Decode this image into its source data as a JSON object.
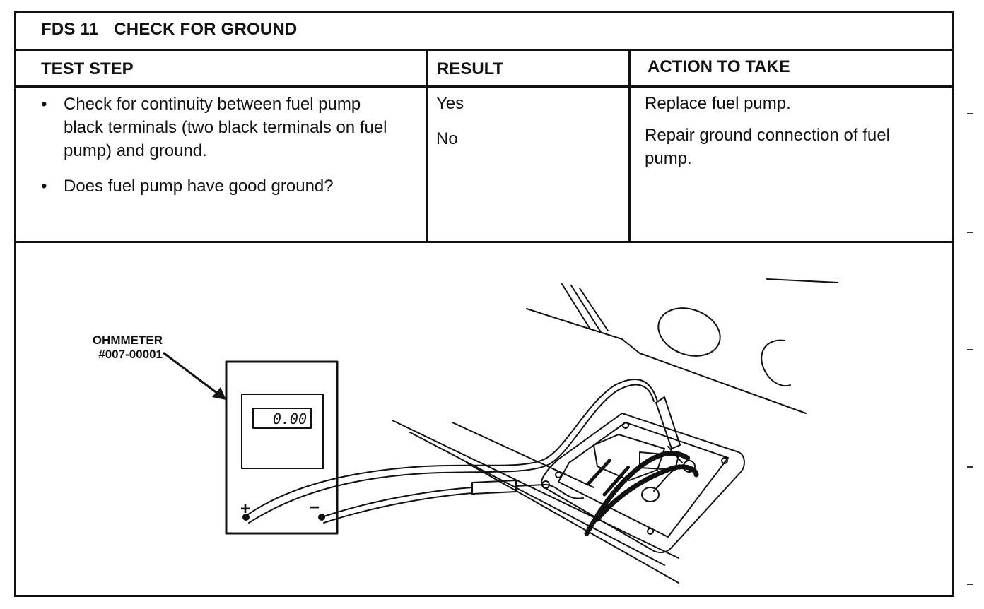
{
  "header": {
    "code": "FDS 11",
    "title": "CHECK FOR GROUND"
  },
  "columns": {
    "test_step": "TEST STEP",
    "result": "RESULT",
    "action": "ACTION TO TAKE"
  },
  "test_steps": [
    "Check for continuity between fuel pump black terminals (two black terminals on fuel pump) and ground.",
    "Does fuel pump have good ground?"
  ],
  "results": [
    "Yes",
    "No"
  ],
  "actions": [
    "Replace fuel pump.",
    "Repair ground connection of fuel pump."
  ],
  "figure": {
    "meter_label_line1": "OHMMETER",
    "meter_label_line2": "#007-00001",
    "display_value": "0.00",
    "plus": "+",
    "minus": "−"
  }
}
